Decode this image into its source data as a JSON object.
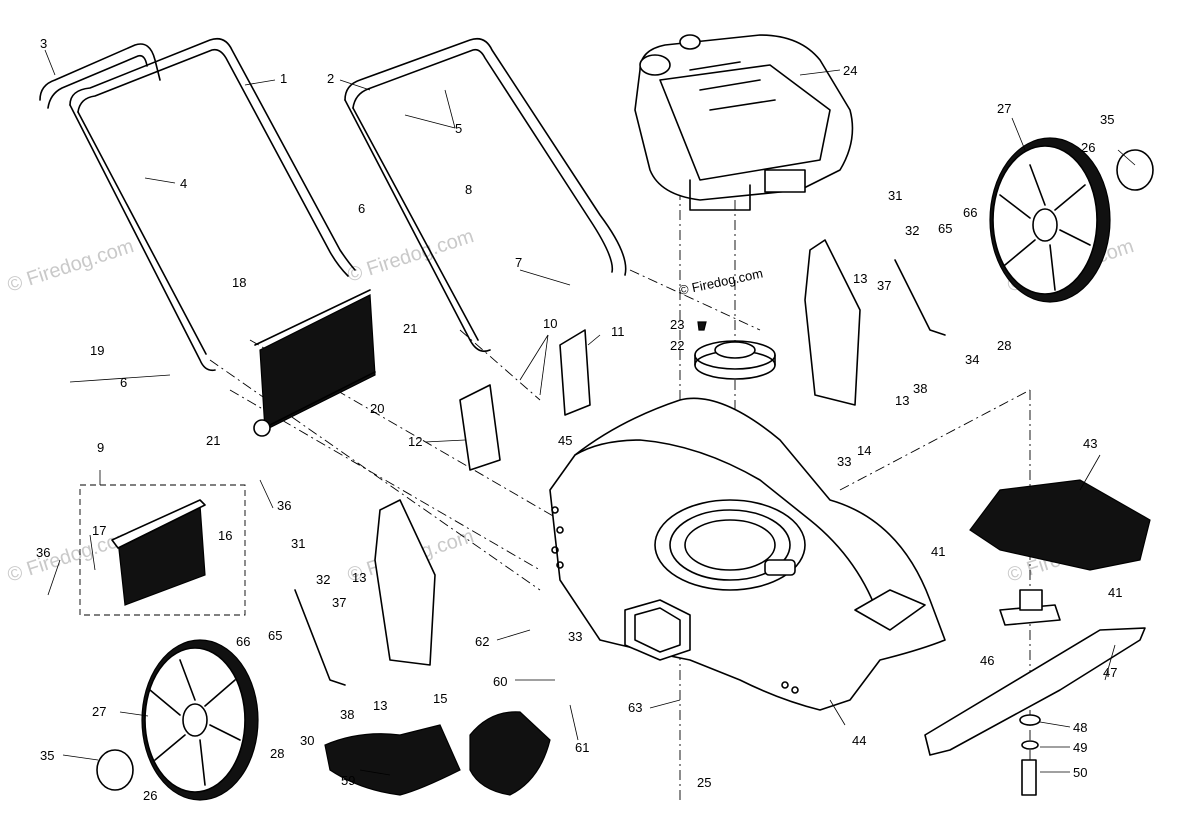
{
  "diagram": {
    "copyright": "© Firedog.com",
    "watermark": "© Firedog.com",
    "callouts": [
      {
        "id": "c1",
        "text": "1"
      },
      {
        "id": "c2",
        "text": "2"
      },
      {
        "id": "c3",
        "text": "3"
      },
      {
        "id": "c4",
        "text": "4"
      },
      {
        "id": "c5",
        "text": "5"
      },
      {
        "id": "c6a",
        "text": "6"
      },
      {
        "id": "c6b",
        "text": "6"
      },
      {
        "id": "c7",
        "text": "7"
      },
      {
        "id": "c8",
        "text": "8"
      },
      {
        "id": "c9",
        "text": "9"
      },
      {
        "id": "c10",
        "text": "10"
      },
      {
        "id": "c11",
        "text": "11"
      },
      {
        "id": "c12",
        "text": "12"
      },
      {
        "id": "c13a",
        "text": "13"
      },
      {
        "id": "c13b",
        "text": "13"
      },
      {
        "id": "c13c",
        "text": "13"
      },
      {
        "id": "c13d",
        "text": "13"
      },
      {
        "id": "c14",
        "text": "14"
      },
      {
        "id": "c15",
        "text": "15"
      },
      {
        "id": "c16",
        "text": "16"
      },
      {
        "id": "c17",
        "text": "17"
      },
      {
        "id": "c18",
        "text": "18"
      },
      {
        "id": "c19",
        "text": "19"
      },
      {
        "id": "c20",
        "text": "20"
      },
      {
        "id": "c21a",
        "text": "21"
      },
      {
        "id": "c21b",
        "text": "21"
      },
      {
        "id": "c22",
        "text": "22"
      },
      {
        "id": "c23",
        "text": "23"
      },
      {
        "id": "c24",
        "text": "24"
      },
      {
        "id": "c25",
        "text": "25"
      },
      {
        "id": "c26a",
        "text": "26"
      },
      {
        "id": "c26b",
        "text": "26"
      },
      {
        "id": "c27a",
        "text": "27"
      },
      {
        "id": "c27b",
        "text": "27"
      },
      {
        "id": "c28a",
        "text": "28"
      },
      {
        "id": "c28b",
        "text": "28"
      },
      {
        "id": "c30",
        "text": "30"
      },
      {
        "id": "c31a",
        "text": "31"
      },
      {
        "id": "c31b",
        "text": "31"
      },
      {
        "id": "c32a",
        "text": "32"
      },
      {
        "id": "c32b",
        "text": "32"
      },
      {
        "id": "c33a",
        "text": "33"
      },
      {
        "id": "c33b",
        "text": "33"
      },
      {
        "id": "c34",
        "text": "34"
      },
      {
        "id": "c35a",
        "text": "35"
      },
      {
        "id": "c35b",
        "text": "35"
      },
      {
        "id": "c36a",
        "text": "36"
      },
      {
        "id": "c36b",
        "text": "36"
      },
      {
        "id": "c37a",
        "text": "37"
      },
      {
        "id": "c37b",
        "text": "37"
      },
      {
        "id": "c38a",
        "text": "38"
      },
      {
        "id": "c38b",
        "text": "38"
      },
      {
        "id": "c41a",
        "text": "41"
      },
      {
        "id": "c41b",
        "text": "41"
      },
      {
        "id": "c43",
        "text": "43"
      },
      {
        "id": "c44",
        "text": "44"
      },
      {
        "id": "c45",
        "text": "45"
      },
      {
        "id": "c46",
        "text": "46"
      },
      {
        "id": "c47",
        "text": "47"
      },
      {
        "id": "c48",
        "text": "48"
      },
      {
        "id": "c49",
        "text": "49"
      },
      {
        "id": "c50",
        "text": "50"
      },
      {
        "id": "c59",
        "text": "59"
      },
      {
        "id": "c60",
        "text": "60"
      },
      {
        "id": "c61",
        "text": "61"
      },
      {
        "id": "c62",
        "text": "62"
      },
      {
        "id": "c63",
        "text": "63"
      },
      {
        "id": "c65a",
        "text": "65"
      },
      {
        "id": "c65b",
        "text": "65"
      },
      {
        "id": "c66a",
        "text": "66"
      },
      {
        "id": "c66b",
        "text": "66"
      }
    ]
  }
}
